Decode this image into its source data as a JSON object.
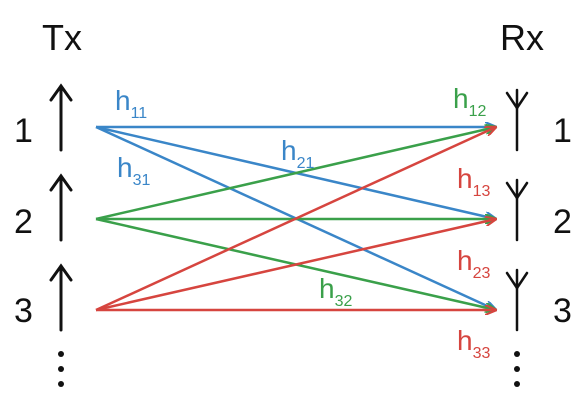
{
  "tx_label": "Tx",
  "rx_label": "Rx",
  "tx_numbers": [
    "1",
    "2",
    "3"
  ],
  "rx_numbers": [
    "1",
    "2",
    "3"
  ],
  "colors": {
    "blue": "#3a86c8",
    "green": "#3aa04a",
    "red": "#d6453f",
    "ink": "#111111"
  },
  "channels": [
    {
      "from": 1,
      "to": 1,
      "color": "blue"
    },
    {
      "from": 1,
      "to": 2,
      "color": "blue"
    },
    {
      "from": 1,
      "to": 3,
      "color": "blue"
    },
    {
      "from": 2,
      "to": 1,
      "color": "green"
    },
    {
      "from": 2,
      "to": 2,
      "color": "green"
    },
    {
      "from": 2,
      "to": 3,
      "color": "green"
    },
    {
      "from": 3,
      "to": 1,
      "color": "red"
    },
    {
      "from": 3,
      "to": 2,
      "color": "red"
    },
    {
      "from": 3,
      "to": 3,
      "color": "red"
    }
  ],
  "labels": {
    "h11": {
      "main": "h",
      "sub": "11",
      "color": "blue"
    },
    "h31": {
      "main": "h",
      "sub": "31",
      "color": "blue"
    },
    "h21": {
      "main": "h",
      "sub": "21",
      "color": "blue"
    },
    "h12": {
      "main": "h",
      "sub": "12",
      "color": "green"
    },
    "h32": {
      "main": "h",
      "sub": "32",
      "color": "green"
    },
    "h13": {
      "main": "h",
      "sub": "13",
      "color": "red"
    },
    "h23": {
      "main": "h",
      "sub": "23",
      "color": "red"
    },
    "h33": {
      "main": "h",
      "sub": "33",
      "color": "red"
    }
  },
  "continuation": "more antennas (vertical dots)"
}
